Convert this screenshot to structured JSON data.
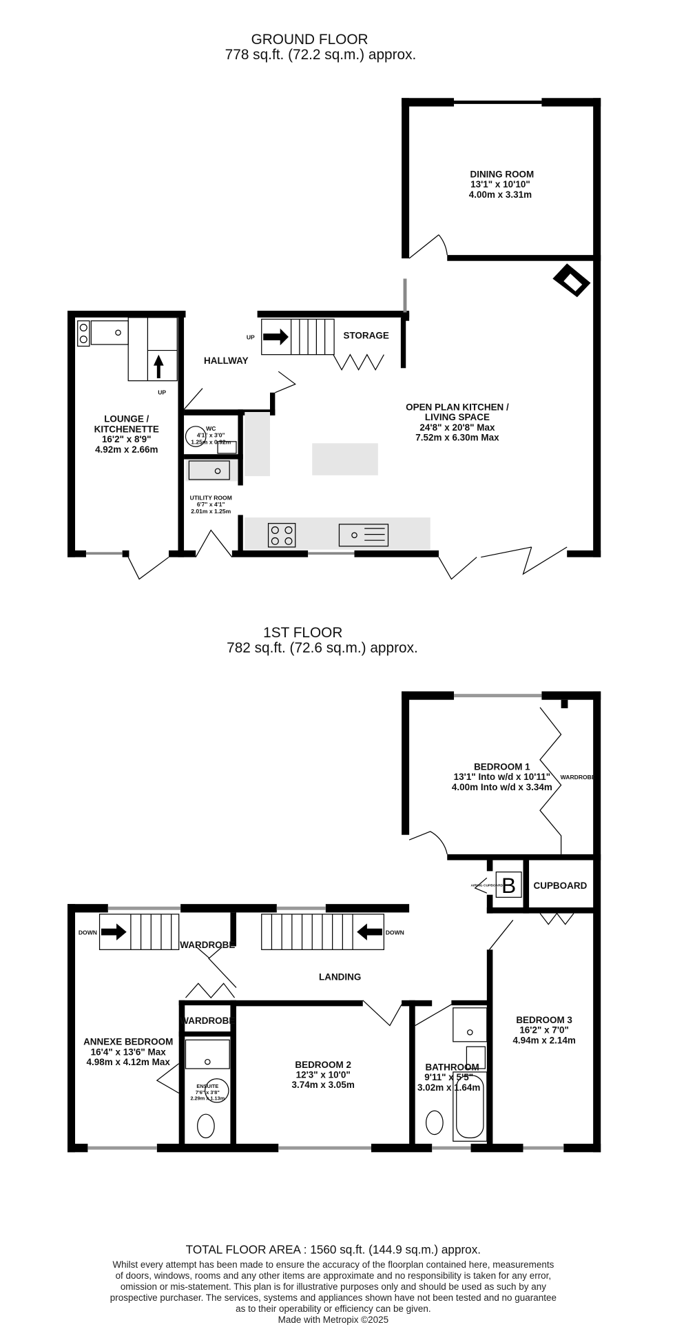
{
  "ground_floor": {
    "title": "GROUND FLOOR",
    "area": "778 sq.ft. (72.2 sq.m.) approx.",
    "rooms": {
      "dining": {
        "name": "DINING ROOM",
        "imperial": "13'1\"  x 10'10\"",
        "metric": "4.00m  x 3.31m"
      },
      "kitchen": {
        "name1": "OPEN PLAN KITCHEN /",
        "name2": "LIVING SPACE",
        "imperial": "24'8\"  x 20'8\" Max",
        "metric": "7.52m  x 6.30m Max"
      },
      "lounge": {
        "name1": "LOUNGE /",
        "name2": "KITCHENETTE",
        "imperial": "16'2\"  x 8'9\"",
        "metric": "4.92m  x 2.66m"
      },
      "hallway": {
        "name": "HALLWAY"
      },
      "storage": {
        "name": "STORAGE"
      },
      "wc": {
        "name": "WC",
        "imperial": "4'1\"  x 3'0\"",
        "metric": "1.25m  x 0.92m"
      },
      "utility": {
        "name": "UTILITY ROOM",
        "imperial": "6'7\"  x 4'1\"",
        "metric": "2.01m  x 1.25m"
      }
    },
    "stair_labels": [
      "UP",
      "UP"
    ]
  },
  "first_floor": {
    "title": "1ST FLOOR",
    "area": "782 sq.ft. (72.6 sq.m.) approx.",
    "rooms": {
      "bedroom1": {
        "name": "BEDROOM 1",
        "imperial": "13'1\" Into w/d x 10'11\"",
        "metric": "4.00m Into w/d x 3.34m"
      },
      "wardrobe1": {
        "name": "WARDROBE"
      },
      "airing": {
        "name": "AIRING CUPBOARD",
        "boiler": "B"
      },
      "cupboard": {
        "name": "CUPBOARD"
      },
      "bedroom3": {
        "name": "BEDROOM 3",
        "imperial": "16'2\"  x 7'0\"",
        "metric": "4.94m  x 2.14m"
      },
      "landing": {
        "name": "LANDING"
      },
      "bedroom2": {
        "name": "BEDROOM 2",
        "imperial": "12'3\"  x 10'0\"",
        "metric": "3.74m  x 3.05m"
      },
      "bathroom": {
        "name": "BATHROOM",
        "imperial": "9'11\"  x 5'5\"",
        "metric": "3.02m  x 1.64m"
      },
      "annexe": {
        "name": "ANNEXE BEDROOM",
        "imperial": "16'4\"  x 13'6\" Max",
        "metric": "4.98m  x 4.12m Max"
      },
      "wardrobe2": {
        "name": "WARDROBE"
      },
      "wardrobe3": {
        "name": "WARDROBE"
      },
      "ensuite": {
        "name": "ENSUITE",
        "imperial": "7'6\"  x 3'8\"",
        "metric": "2.29m  x 1.13m"
      }
    },
    "stair_labels": [
      "DOWN",
      "DOWN"
    ]
  },
  "footer": {
    "total": "TOTAL FLOOR AREA : 1560 sq.ft. (144.9 sq.m.) approx.",
    "disclaimer": [
      "Whilst every attempt has been made to ensure the accuracy of the floorplan contained here, measurements",
      "of doors, windows, rooms and any other items are approximate and no responsibility is taken for any error,",
      "omission or mis-statement. This plan is for illustrative purposes only and should be used as such by any",
      "prospective purchaser. The services, systems and appliances shown have not been tested and no guarantee",
      "as to their operability or efficiency can be given."
    ],
    "credit": "Made with Metropix ©2025"
  }
}
